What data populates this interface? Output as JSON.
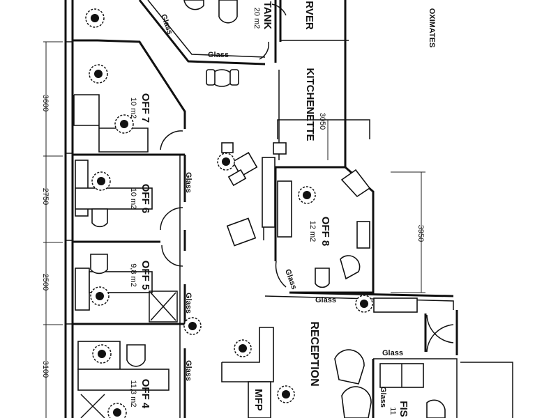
{
  "rooms": {
    "off7": {
      "name": "OFF 7",
      "area": "10 m2"
    },
    "off6": {
      "name": "OFF 6",
      "area": "10 m2"
    },
    "off5": {
      "name": "OFF 5",
      "area": "9,8 m2"
    },
    "off4": {
      "name": "OFF 4",
      "area": "11,3 m2"
    },
    "off8": {
      "name": "OFF 8",
      "area": "12 m2"
    },
    "tank": {
      "name": "TANK",
      "area": "20 m2"
    },
    "server": {
      "name": "RVER"
    },
    "kitchenette": {
      "name": "KITCHENETTE"
    },
    "reception": {
      "name": "RECEPTION"
    },
    "mfp": {
      "name": "MFP"
    },
    "fis": {
      "name": "FIS",
      "area": "11"
    }
  },
  "glass_label": "Glass",
  "dimensions": {
    "d3600": "3600",
    "d2750": "2750",
    "d2500": "2500",
    "d3100": "3100",
    "d3050": "3050",
    "d3950": "3950"
  },
  "corner_text": "OXIMATES"
}
